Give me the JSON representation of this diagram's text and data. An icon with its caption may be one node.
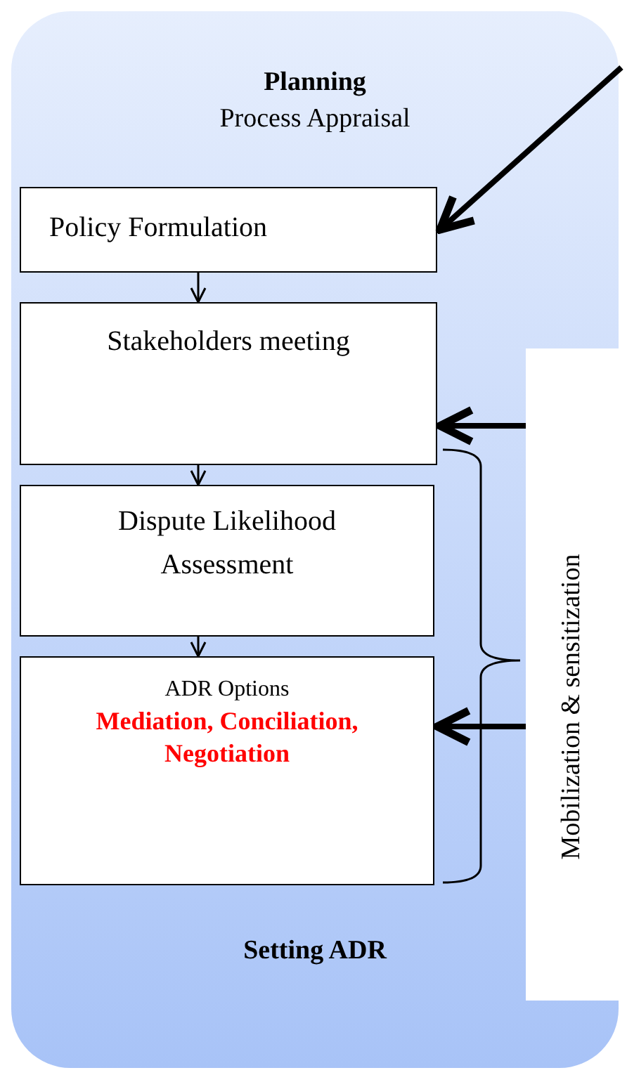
{
  "diagram": {
    "nodes": [
      {
        "text": [
          "Planning",
          "Process Appraisal",
          "Setting ADR"
        ]
      },
      {
        "text": [
          "Policy Formulation"
        ],
        "in": 0
      },
      {
        "text": [
          "Stakeholders meeting"
        ],
        "in": 0
      },
      {
        "text": [
          "Dispute Likelihood Assessment"
        ],
        "in": 0
      },
      {
        "text": [
          "ADR Options",
          "Mediation, Conciliation, Negotiation"
        ],
        "in": 0
      },
      {
        "text": [
          "Mobilization & sensitization"
        ],
        "in": 0
      }
    ],
    "edges": [
      {
        "from": null,
        "to": 1,
        "arrow": "to",
        "style": "thick"
      },
      {
        "from": 1,
        "to": 2,
        "arrow": "to"
      },
      {
        "from": 5,
        "to": 2,
        "arrow": "to",
        "style": "thick"
      },
      {
        "from": 2,
        "to": 3,
        "arrow": "to"
      },
      {
        "from": 3,
        "to": 4,
        "arrow": "to"
      },
      {
        "from": 5,
        "to": 4,
        "arrow": "to",
        "style": "thick"
      }
    ]
  }
}
